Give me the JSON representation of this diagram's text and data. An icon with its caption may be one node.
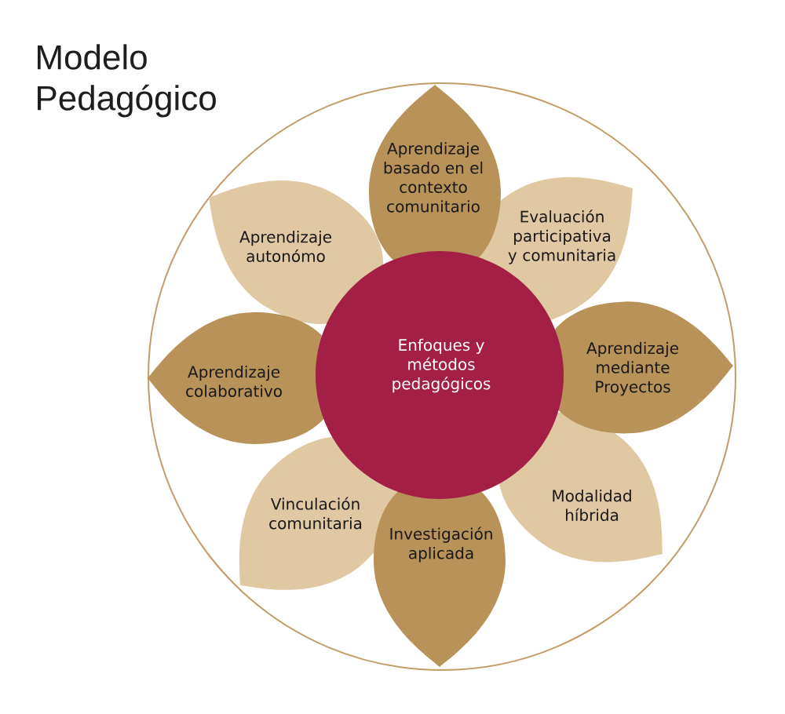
{
  "diagram": {
    "title": "Modelo Pedagógico",
    "nodes": [
      {
        "text": [
          "Enfoques y métodos pedagógicos"
        ]
      },
      {
        "text": [
          "Aprendizaje basado en el contexto comunitario"
        ]
      },
      {
        "text": [
          "Evaluación participativa y comunitaria"
        ]
      },
      {
        "text": [
          "Aprendizaje mediante Proyectos"
        ]
      },
      {
        "text": [
          "Modalidad híbrida"
        ]
      },
      {
        "text": [
          "Investigación aplicada"
        ]
      },
      {
        "text": [
          "Vinculación comunitaria"
        ]
      },
      {
        "text": [
          "Aprendizaje colaborativo"
        ]
      },
      {
        "text": [
          "Aprendizaje autonómo"
        ]
      }
    ]
  }
}
